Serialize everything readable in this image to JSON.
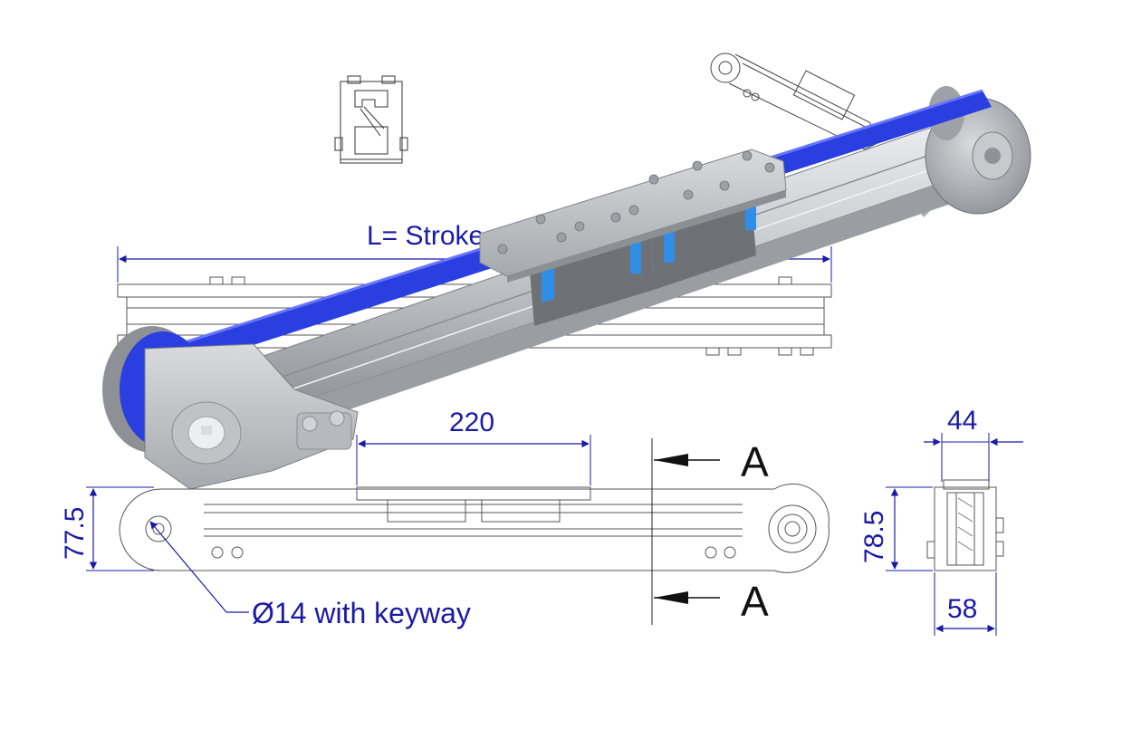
{
  "dimensions": {
    "stroke_label": "L= Stroke",
    "carriage_length": "220",
    "end_height": "77.5",
    "shaft_note": "Ø14 with keyway",
    "width_top": "44",
    "height_side": "78.5",
    "width_bottom": "58"
  },
  "section_marks": {
    "top": "A",
    "bottom": "A"
  },
  "colors": {
    "belt": "#2b3fe0",
    "dimension": "#1a1aa6",
    "aluminium": "#b9bcc0",
    "bearing_blue": "#2f8fe8"
  }
}
